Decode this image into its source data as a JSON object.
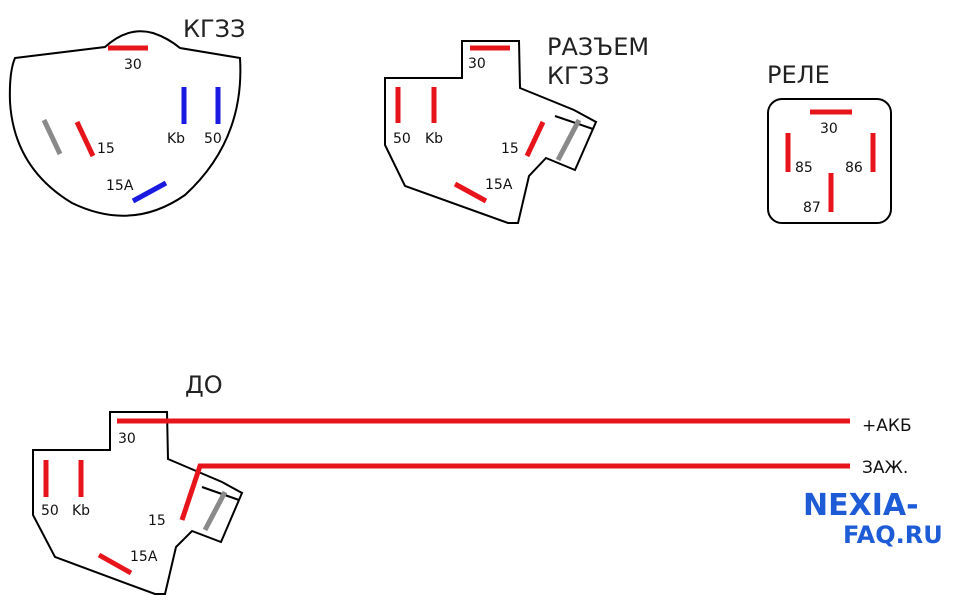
{
  "titles": {
    "kgzz": "КГЗЗ",
    "connector_line1": "РАЗЪЕМ",
    "connector_line2": "КГЗЗ",
    "relay": "РЕЛЕ",
    "before": "ДО"
  },
  "switch_pins": {
    "p30": "30",
    "p15": "15",
    "kb": "Kb",
    "p50": "50",
    "p15a": "15A"
  },
  "connector_pins": {
    "p30": "30",
    "p50": "50",
    "kb": "Kb",
    "p15": "15",
    "p15a": "15A"
  },
  "relay_pins": {
    "p30": "30",
    "p85": "85",
    "p86": "86",
    "p87": "87"
  },
  "bottom_pins": {
    "p30": "30",
    "p50": "50",
    "kb": "Kb",
    "p15": "15",
    "p15a": "15A"
  },
  "wires": {
    "battery": "+АКБ",
    "ignition": "ЗАЖ."
  },
  "watermark": {
    "line1": "NEXIA-",
    "line2": "FAQ.RU"
  },
  "colors": {
    "red": "#e8141c",
    "blue": "#1a1ae0",
    "gray": "#8a8a8a",
    "watermark": "#1e5bd6"
  }
}
